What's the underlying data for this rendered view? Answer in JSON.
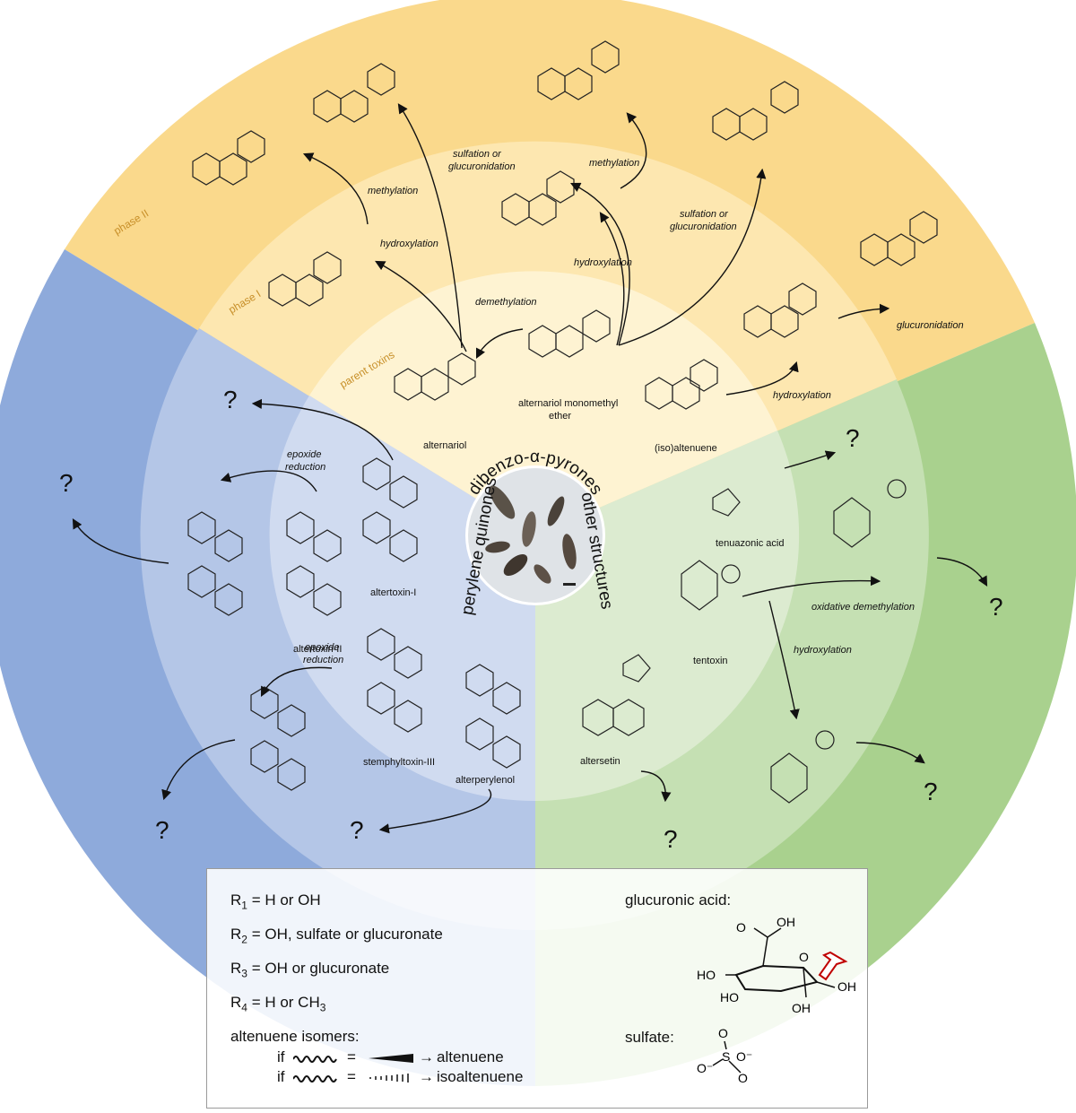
{
  "rings": {
    "parent": "parent toxins",
    "phase1": "phase I",
    "phase2": "phase II"
  },
  "sectors": {
    "dibenzo": "dibenzo-α-pyrones",
    "perylene": "perylene quinones",
    "other": "other structures"
  },
  "colors": {
    "yellow_outer": "#fad98c",
    "yellow_mid": "#fde7b0",
    "yellow_inner": "#fef3d2",
    "blue_outer": "#8eaadb",
    "blue_mid": "#b4c6e7",
    "blue_inner": "#d0dbf0",
    "green_outer": "#a9d18e",
    "green_mid": "#c5e0b3",
    "green_inner": "#dcebd0",
    "ring_label": "#c8902a",
    "arrow_red": "#c00000"
  },
  "compounds": {
    "alternariol": "alternariol",
    "ame_line1": "alternariol monomethyl",
    "ame_line2": "ether",
    "altenuene": "(iso)altenuene",
    "altertoxin1": "altertoxin-I",
    "altertoxin2": "altertoxin-II",
    "stemphyltoxin3": "stemphyltoxin-III",
    "alterperylenol": "alterperylenol",
    "tenuazonic": "tenuazonic acid",
    "tentoxin": "tentoxin",
    "altersetin": "altersetin"
  },
  "reactions": {
    "demethylation": "demethylation",
    "hydroxylation": "hydroxylation",
    "methylation": "methylation",
    "sulf1_line1": "sulfation or",
    "sulf1_line2": "glucuronidation",
    "glucuronidation": "glucuronidation",
    "epoxide1": "epoxide",
    "reduction": "reduction",
    "oxidative_demethylation": "oxidative demethylation"
  },
  "unknown_symbol": "?",
  "legend": {
    "r1": {
      "sym": "R",
      "sub": "1",
      "text": " = H or OH"
    },
    "r2": {
      "sym": "R",
      "sub": "2",
      "text": " = OH, sulfate or glucuronate"
    },
    "r3": {
      "sym": "R",
      "sub": "3",
      "text": " = OH or glucuronate"
    },
    "r4": {
      "sym": "R",
      "sub": "4",
      "text": " = H or CH",
      "sub2": "3"
    },
    "isomers_title": "altenuene isomers:",
    "if": "if",
    "eq": "=",
    "arrow": "→",
    "altenuene": "altenuene",
    "isoaltenuene": "isoaltenuene",
    "glucuronic": "glucuronic acid:",
    "sulfate": "sulfate:",
    "oh": "OH",
    "ho": "HO",
    "o": "O",
    "s": "S",
    "ominus": "O⁻"
  }
}
